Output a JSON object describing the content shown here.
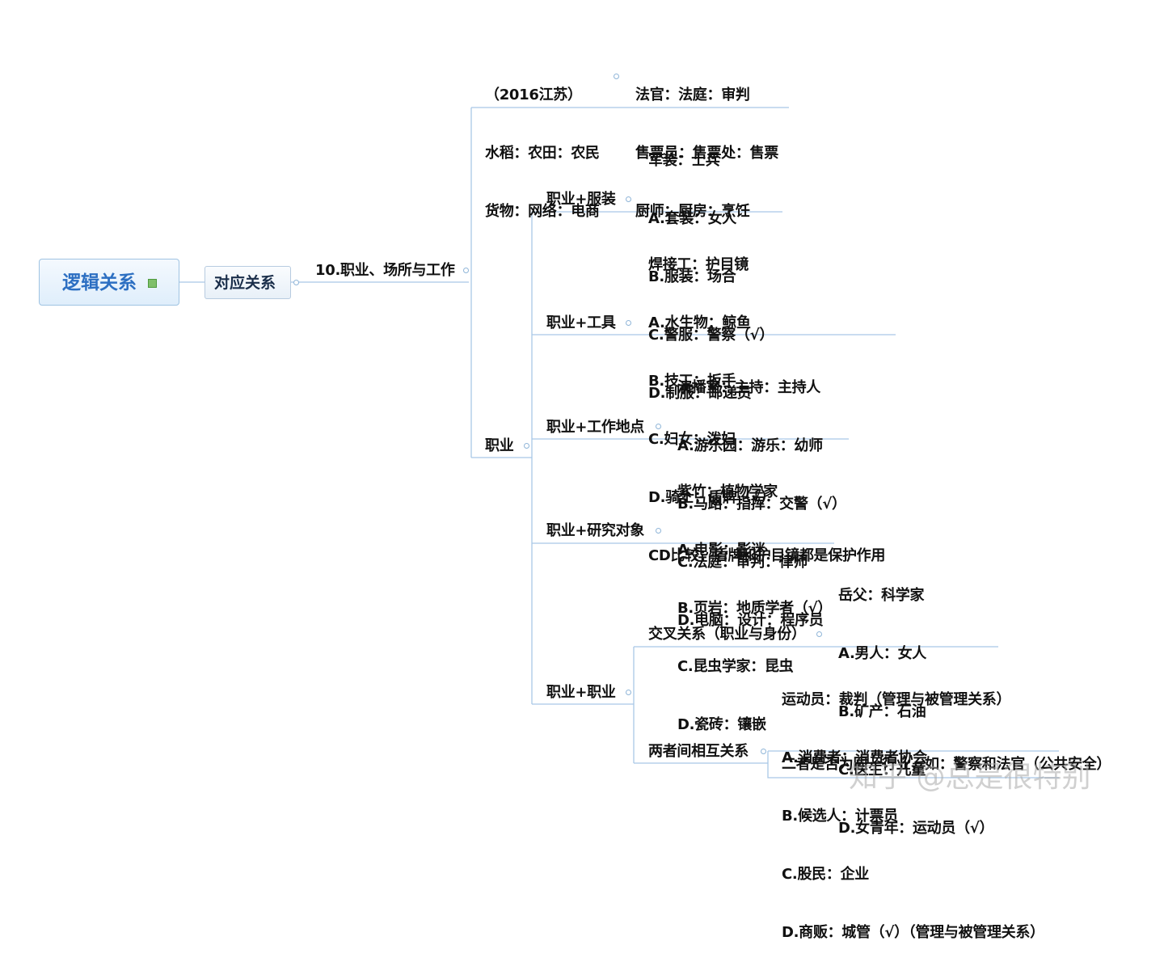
{
  "root": {
    "label": "逻辑关系"
  },
  "sub": {
    "label": "对应关系"
  },
  "section": {
    "label": "10.职业、场所与工作"
  },
  "example_top": {
    "left": [
      "（2016江苏）",
      "水稻：农田：农民",
      "货物：网络：电商"
    ],
    "right": [
      "法官：法庭：审判",
      "售票员：售票处：售票",
      "厨师：厨房：烹饪"
    ]
  },
  "branch_zhiye": {
    "label": "职业"
  },
  "groups": {
    "clothing": {
      "label": "职业+服装",
      "items": [
        "军装：士兵",
        "A.套装：女人",
        "B.服装：场合",
        "C.警服：警察（√）",
        "D.制服：邮递员"
      ]
    },
    "tools": {
      "label": "职业+工具",
      "items": [
        "焊接工：护目镜",
        "A.水生物：鲸鱼",
        "B.技工：扳手",
        "C.妇女：泼妇",
        "D.骑士：盾牌（√）",
        "CD比较：盾牌和护目镜都是保护作用"
      ]
    },
    "workplace": {
      "label": "职业+工作地点",
      "items": [
        "演播室：主持：主持人",
        "A.游乐园：游乐：幼师",
        "B.马路：指挥：交警（√）",
        "C.法庭：审判：律师",
        "D.电脑：设计：程序员"
      ]
    },
    "research": {
      "label": "职业+研究对象",
      "items": [
        "紫竹：植物学家",
        "A.电影：影迷",
        "B.页岩：地质学者（√）",
        "C.昆虫学家：昆虫",
        "D.瓷砖：镶嵌"
      ]
    },
    "pro_pro": {
      "label": "职业+职业",
      "cross": {
        "label": "交叉关系（职业与身份）",
        "items": [
          "岳父：科学家",
          "A.男人：女人",
          "B.矿产：石油",
          "C.医生：儿童",
          "D.女青年：运动员（√）"
        ]
      },
      "mutual": {
        "label": "两者间相互关系",
        "items": [
          "运动员：裁判（管理与被管理关系）",
          "A.消费者：消费者协会",
          "B.候选人：计票员",
          "C.股民：企业",
          "D.商贩：城管（√）（管理与被管理关系）"
        ],
        "note": "二者是否为同一行业，如：警察和法官（公共安全）"
      }
    }
  },
  "watermark": "知乎 @总是很特别"
}
